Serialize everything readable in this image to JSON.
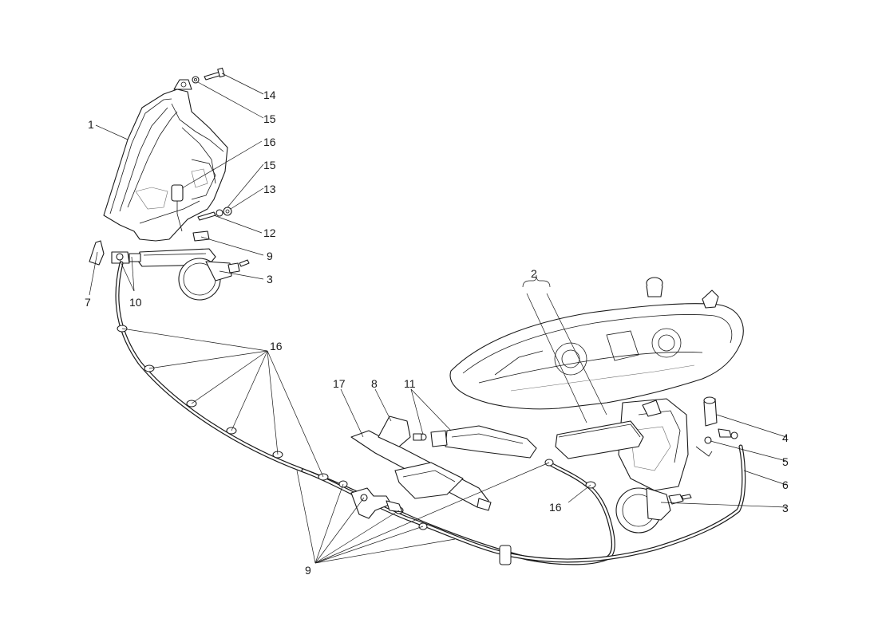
{
  "diagram": {
    "callouts": {
      "c1": "1",
      "c2": "2",
      "c3a": "3",
      "c3b": "3",
      "c4": "4",
      "c5": "5",
      "c6": "6",
      "c7": "7",
      "c8": "8",
      "c9a": "9",
      "c9b": "9",
      "c10": "10",
      "c11": "11",
      "c12": "12",
      "c13": "13",
      "c14": "14",
      "c15a": "15",
      "c15b": "15",
      "c16a": "16",
      "c16b": "16",
      "c16c": "16",
      "c17": "17"
    }
  }
}
